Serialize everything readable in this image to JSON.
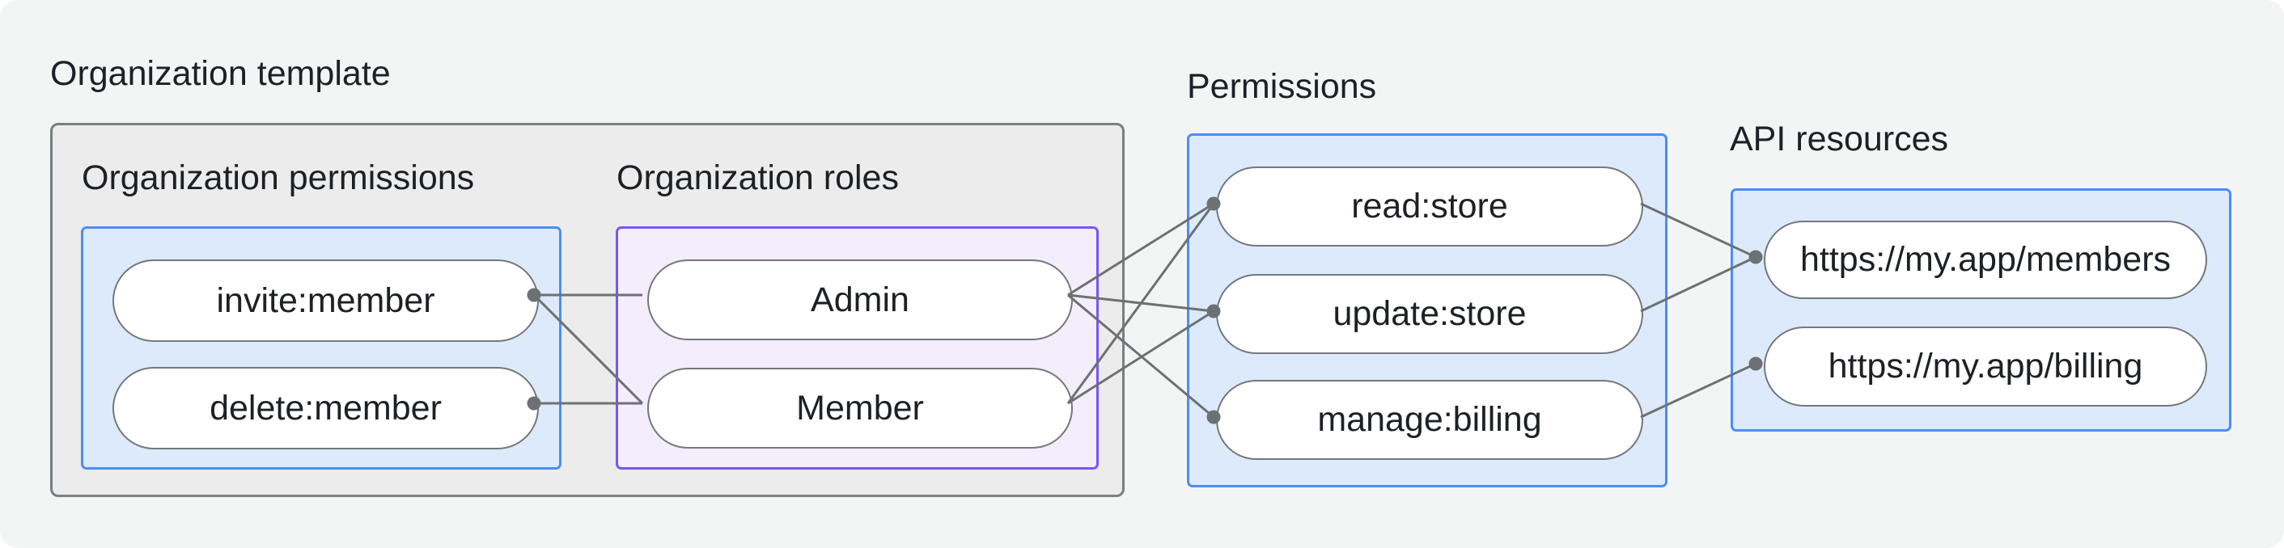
{
  "diagram": {
    "title": "Organization template",
    "groups": {
      "org_permissions": {
        "label": "Organization permissions",
        "items": [
          {
            "id": "invite",
            "label": "invite:member"
          },
          {
            "id": "delete",
            "label": "delete:member"
          }
        ]
      },
      "org_roles": {
        "label": "Organization roles",
        "items": [
          {
            "id": "admin",
            "label": "Admin"
          },
          {
            "id": "member",
            "label": "Member"
          }
        ]
      },
      "permissions": {
        "label": "Permissions",
        "items": [
          {
            "id": "read",
            "label": "read:store"
          },
          {
            "id": "update",
            "label": "update:store"
          },
          {
            "id": "manage",
            "label": "manage:billing"
          }
        ]
      },
      "api_resources": {
        "label": "API resources",
        "items": [
          {
            "id": "members",
            "label": "https://my.app/members"
          },
          {
            "id": "billing",
            "label": "https://my.app/billing"
          }
        ]
      }
    },
    "edges": [
      {
        "from": "invite",
        "to": "admin"
      },
      {
        "from": "invite",
        "to": "member"
      },
      {
        "from": "delete",
        "to": "member"
      },
      {
        "from": "admin",
        "to": "read"
      },
      {
        "from": "admin",
        "to": "update"
      },
      {
        "from": "admin",
        "to": "manage"
      },
      {
        "from": "member",
        "to": "read"
      },
      {
        "from": "member",
        "to": "update"
      },
      {
        "from": "read",
        "to": "members"
      },
      {
        "from": "update",
        "to": "members"
      },
      {
        "from": "manage",
        "to": "billing"
      }
    ],
    "connector_dots": [
      "invite.out",
      "delete.out",
      "read.in",
      "update.in",
      "manage.in",
      "members.in",
      "billing.in"
    ],
    "colors": {
      "page_bg": "#f3f5f5",
      "template_box_fill": "#ececec",
      "template_box_border": "#7a7f81",
      "blue_box_fill": "#ddeafb",
      "blue_box_border": "#4c8df5",
      "purple_box_fill": "#f3edfc",
      "purple_box_border": "#7a54f3",
      "node_fill": "#ffffff",
      "node_border": "#74787a",
      "edge_line": "#6d7173",
      "text": "#1d2126"
    }
  }
}
